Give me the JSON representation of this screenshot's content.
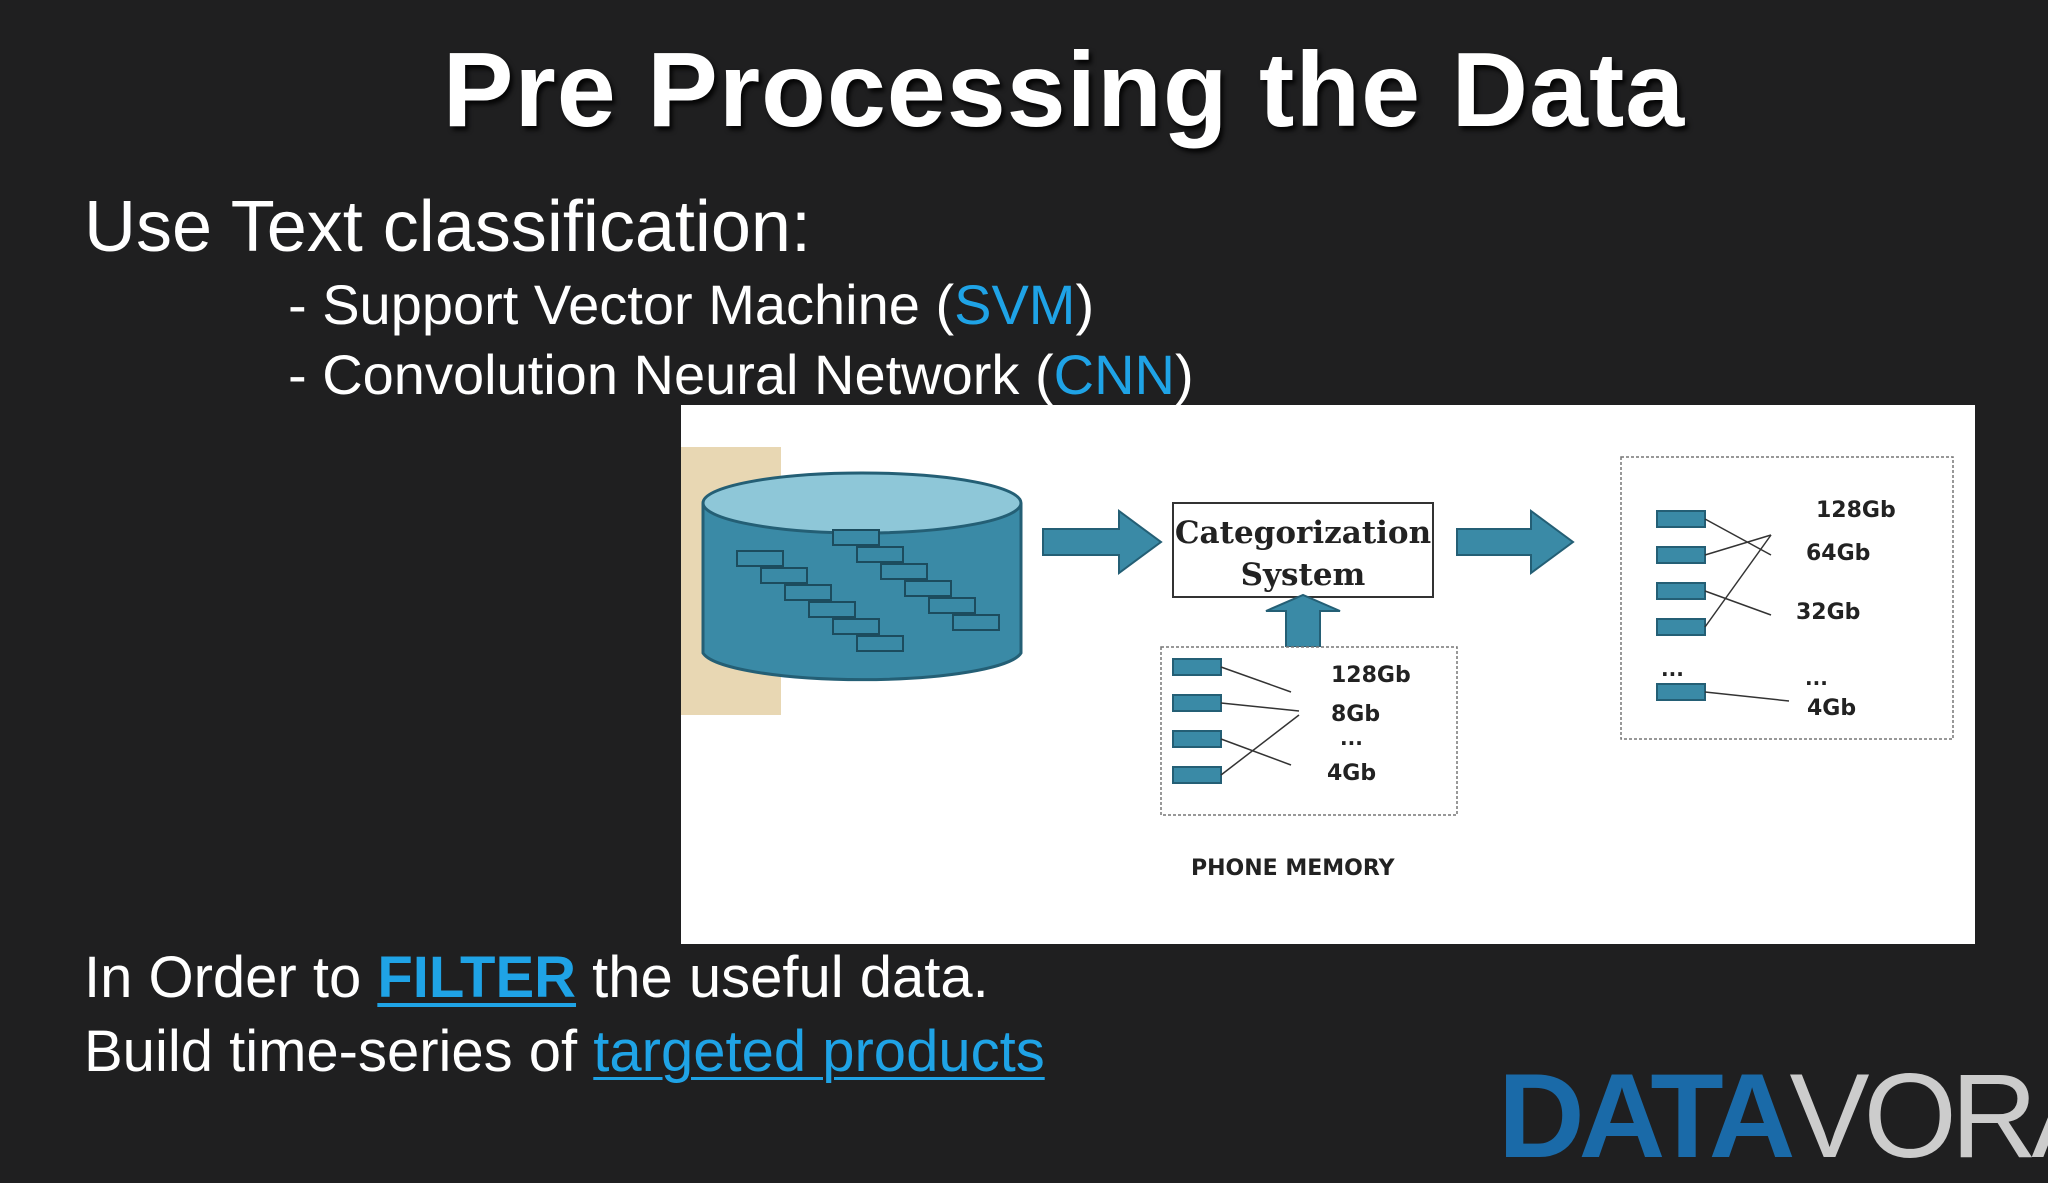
{
  "slide": {
    "title": "Pre Processing the Data",
    "subtitle": "Use Text classification:",
    "bullets": [
      {
        "prefix": "- Support Vector Machine (",
        "highlight": "SVM",
        "suffix": ")"
      },
      {
        "prefix": "- Convolution Neural Network (",
        "highlight": "CNN",
        "suffix": ")"
      }
    ],
    "line1": {
      "prefix": "In Order to ",
      "highlight": "FILTER",
      "suffix": " the useful data."
    },
    "line2": {
      "prefix": "Build  time-series of ",
      "link": "targeted products"
    }
  },
  "figure": {
    "system_label_line1": "Categorization",
    "system_label_line2": "System",
    "input_values": [
      "128Gb",
      "8Gb",
      "...",
      "4Gb"
    ],
    "input_caption": "PHONE MEMORY",
    "output_values": [
      "128Gb",
      "64Gb",
      "32Gb",
      "...",
      "4Gb"
    ],
    "output_dots": "..."
  },
  "logo": {
    "part1": "DATA",
    "part2": "VORA"
  },
  "colors": {
    "background": "#1f1f20",
    "accent": "#1fa3e6",
    "teal": "#3a8aa6",
    "logo_blue": "#1a6aa8"
  }
}
